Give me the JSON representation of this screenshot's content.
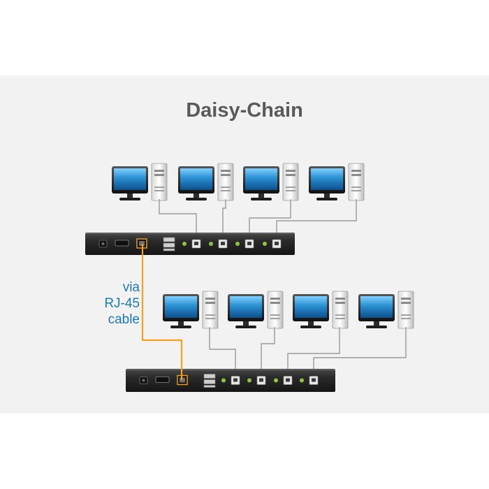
{
  "title": "Daisy-Chain",
  "cable_label": [
    "via",
    "RJ-45",
    "cable"
  ],
  "colors": {
    "panel_bg": "#f2f2f2",
    "title": "#5a5a5a",
    "label": "#1d79b4",
    "rj45_cable": "#f3a21c",
    "cable": "#9a9a9a",
    "switch_body": "#2b2b2b",
    "led": "#8dc63f",
    "monitor_screen": "#2a8fd2"
  },
  "icons": [
    "monitor-icon",
    "pc-tower-icon",
    "usb-b-port-icon",
    "rj45-port-icon",
    "power-jack-icon",
    "hdmi-port-icon",
    "usb-a-port-icon",
    "led-indicator-icon"
  ],
  "units": [
    {
      "name": "top-kvm-switch",
      "computers": 4,
      "usb_b_ports": 4
    },
    {
      "name": "bottom-kvm-switch",
      "computers": 4,
      "usb_b_ports": 4
    }
  ]
}
